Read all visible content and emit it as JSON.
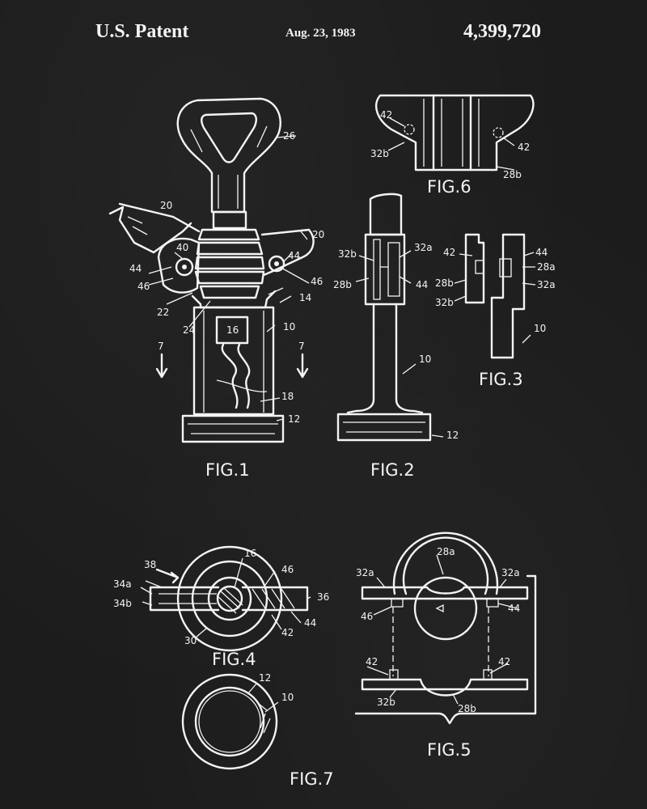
{
  "header": {
    "left": "U.S. Patent",
    "date": "Aug. 23, 1983",
    "patent_number": "4,399,720"
  },
  "figures": {
    "fig1": "FIG.1",
    "fig2": "FIG.2",
    "fig3": "FIG.3",
    "fig4": "FIG.4",
    "fig5": "FIG.5",
    "fig6": "FIG.6",
    "fig7": "FIG.7"
  },
  "refs": {
    "fig1": [
      "26",
      "20",
      "20",
      "40",
      "44",
      "44",
      "46",
      "46",
      "22",
      "24",
      "14",
      "16",
      "10",
      "7",
      "7",
      "18",
      "12"
    ],
    "fig2": [
      "32b",
      "32a",
      "28b",
      "44",
      "10",
      "12"
    ],
    "fig3": [
      "42",
      "44",
      "28a",
      "28b",
      "32a",
      "32b",
      "10"
    ],
    "fig4": [
      "38",
      "16",
      "46",
      "34a",
      "34b",
      "36",
      "30",
      "42",
      "44"
    ],
    "fig5": [
      "32a",
      "28a",
      "32a",
      "46",
      "44",
      "42",
      "42",
      "32b",
      "28b"
    ],
    "fig6": [
      "42",
      "32b",
      "42",
      "28b"
    ],
    "fig7": [
      "12",
      "10"
    ]
  },
  "colors": {
    "background": "#1c1c1c",
    "ink": "#f4f4f4"
  }
}
